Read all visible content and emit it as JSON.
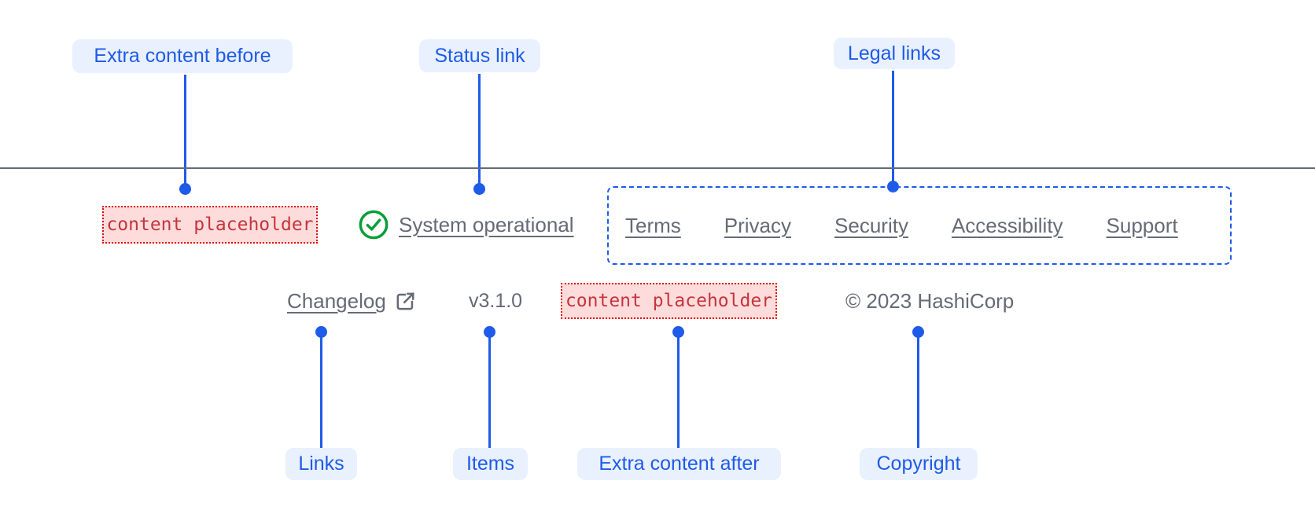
{
  "annotations": {
    "extra_before": "Extra content before",
    "status_link": "Status link",
    "legal_links": "Legal links",
    "links": "Links",
    "items": "Items",
    "extra_after": "Extra content after",
    "copyright": "Copyright"
  },
  "footer": {
    "extra_content_before": "content placeholder",
    "status": {
      "label": "System operational",
      "icon": "check-circle-icon"
    },
    "legal_links": [
      "Terms",
      "Privacy",
      "Security",
      "Accessibility",
      "Support"
    ],
    "changelog": {
      "label": "Changelog",
      "icon": "external-link-icon"
    },
    "version": "v3.1.0",
    "extra_content_after": "content placeholder",
    "copyright": "© 2023 HashiCorp"
  },
  "colors": {
    "accent_blue": "#1f5be9",
    "annotation_pill_bg": "#e9f1fe",
    "text_gray": "#656a76",
    "success_green": "#089e38",
    "placeholder_border_red": "#e40d0d",
    "placeholder_bg_red": "#ffdcdc",
    "placeholder_text_red": "#c5353c"
  }
}
